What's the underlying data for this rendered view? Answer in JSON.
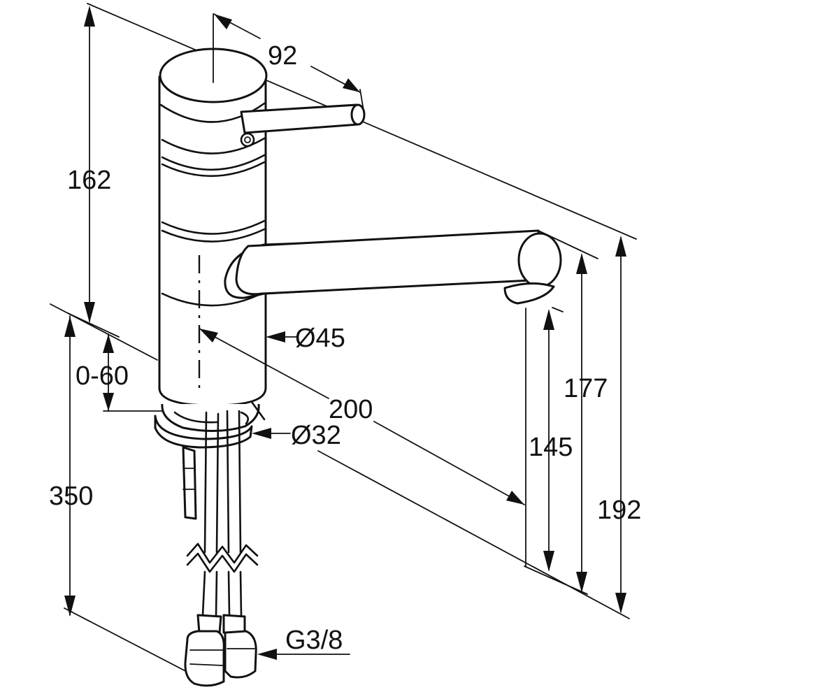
{
  "dimensions": {
    "d92": "92",
    "d162": "162",
    "d0_60": "0-60",
    "d45": "Ø45",
    "d200": "200",
    "d32": "Ø32",
    "d177": "177",
    "d145": "145",
    "d192": "192",
    "d350": "350",
    "g38": "G3/8"
  }
}
